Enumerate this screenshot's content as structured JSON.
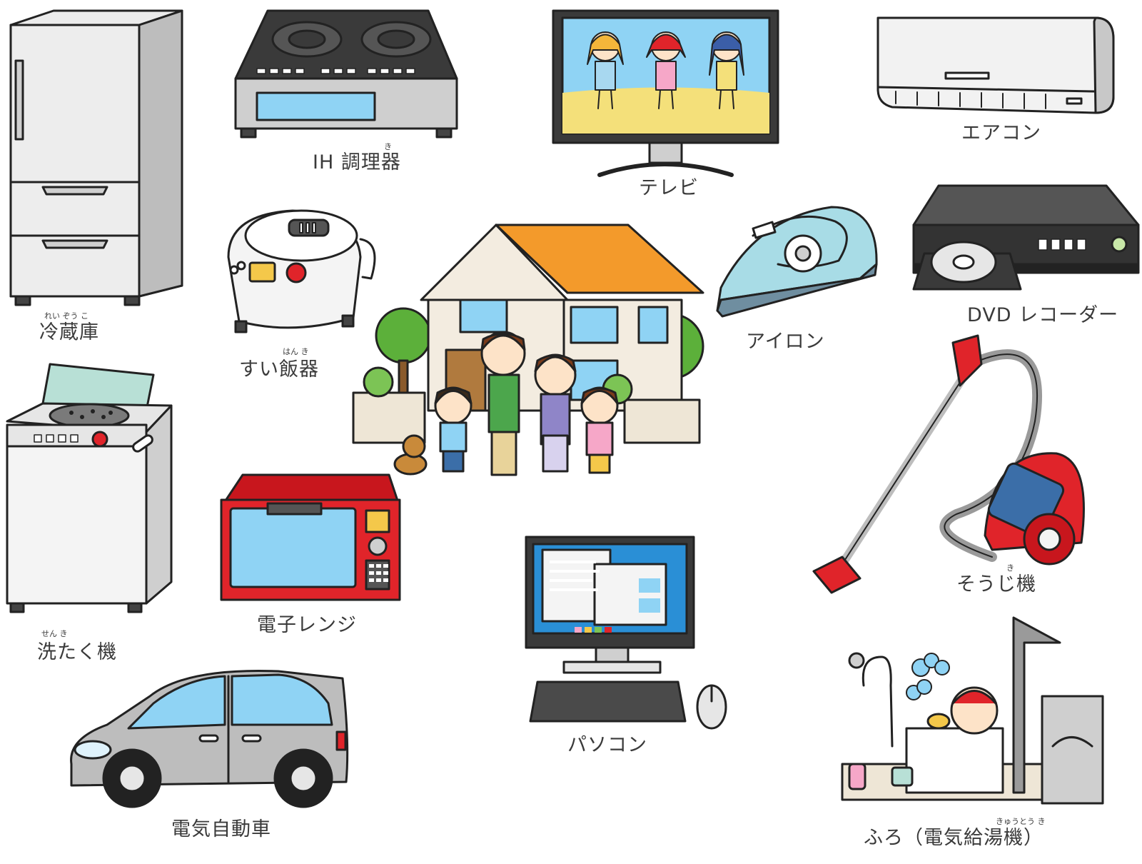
{
  "colors": {
    "outline": "#222222",
    "silver": "#c8c8c8",
    "screen": "#8fd3f4",
    "red": "#e0242a",
    "roof": "#f39a2b",
    "tree": "#5cb03a"
  },
  "center": {
    "icon": "house-family-icon"
  },
  "items": {
    "fridge": {
      "label": "冷蔵庫",
      "ruby": "れい ぞう こ",
      "icon": "refrigerator-icon"
    },
    "ih": {
      "label": "IH 調理器",
      "ruby": "き",
      "icon": "induction-cooktop-icon"
    },
    "tv": {
      "label": "テレビ",
      "icon": "television-icon"
    },
    "aircon": {
      "label": "エアコン",
      "icon": "air-conditioner-icon"
    },
    "rice": {
      "label": "すい飯器",
      "ruby": "はん き",
      "icon": "rice-cooker-icon"
    },
    "iron": {
      "label": "アイロン",
      "icon": "iron-icon"
    },
    "dvd": {
      "label": "DVD レコーダー",
      "icon": "dvd-recorder-icon"
    },
    "washer": {
      "label": "洗たく機",
      "ruby": "せん き",
      "icon": "washing-machine-icon"
    },
    "microwave": {
      "label": "電子レンジ",
      "icon": "microwave-oven-icon"
    },
    "vacuum": {
      "label": "そうじ機",
      "ruby": "き",
      "icon": "vacuum-cleaner-icon"
    },
    "pc": {
      "label": "パソコン",
      "icon": "personal-computer-icon"
    },
    "car": {
      "label": "電気自動車",
      "icon": "electric-car-icon"
    },
    "bath": {
      "label": "ふろ（電気給湯機）",
      "ruby": "きゅうとう き",
      "icon": "electric-water-heater-bath-icon"
    }
  }
}
